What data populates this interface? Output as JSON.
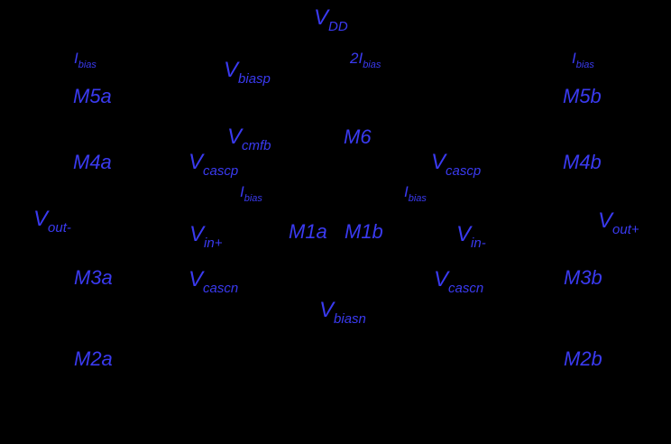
{
  "colors": {
    "background": "#000000",
    "label": "#3a3af0"
  },
  "labels": {
    "vdd": {
      "main": "V",
      "sub": "DD"
    },
    "ibias_a": {
      "main": "I",
      "sub": "bias"
    },
    "vbiasp": {
      "main": "V",
      "sub": "biasp"
    },
    "two_ibias": {
      "main": "2I",
      "sub": "bias"
    },
    "ibias_b": {
      "main": "I",
      "sub": "bias"
    },
    "m5a": "M5a",
    "m5b": "M5b",
    "vcmfb": {
      "main": "V",
      "sub": "cmfb"
    },
    "m6": "M6",
    "m4a": "M4a",
    "vcascp_l": {
      "main": "V",
      "sub": "cascp"
    },
    "vcascp_r": {
      "main": "V",
      "sub": "cascp"
    },
    "m4b": "M4b",
    "ibias_m1": {
      "main": "I",
      "sub": "bias"
    },
    "ibias_m2": {
      "main": "I",
      "sub": "bias"
    },
    "vout_minus": {
      "main": "V",
      "sub": "out-"
    },
    "vin_plus": {
      "main": "V",
      "sub": "in+"
    },
    "m1a": "M1a",
    "m1b": "M1b",
    "vin_minus": {
      "main": "V",
      "sub": "in-"
    },
    "vout_plus": {
      "main": "V",
      "sub": "out+"
    },
    "m3a": "M3a",
    "vcascn_l": {
      "main": "V",
      "sub": "cascn"
    },
    "vcascn_r": {
      "main": "V",
      "sub": "cascn"
    },
    "m3b": "M3b",
    "vbiasn": {
      "main": "V",
      "sub": "biasn"
    },
    "m2a": "M2a",
    "m2b": "M2b"
  }
}
